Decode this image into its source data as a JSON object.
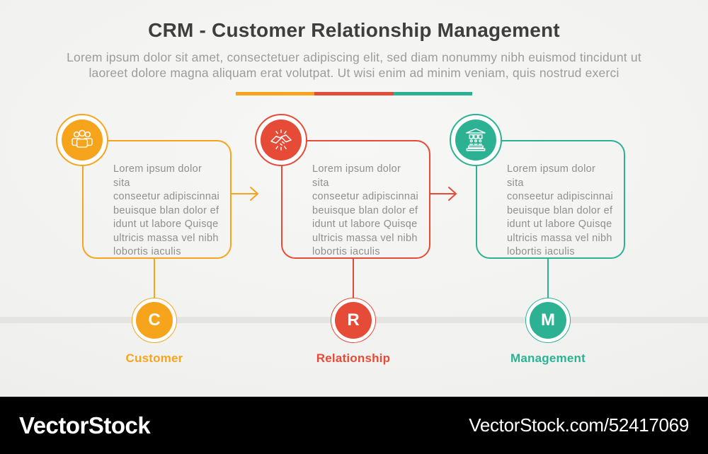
{
  "colors": {
    "orange": "#F7A41D",
    "red": "#E64B38",
    "teal": "#2CB292",
    "titlecol": "#3E3E3E",
    "subtitlecol": "#9C9C9C",
    "bodycol": "#8F8F8F",
    "bandcol": "#E4E4E2"
  },
  "header": {
    "title": "CRM - Customer Relationship Management",
    "subtitle": "Lorem ipsum dolor sit amet, consectetuer adipiscing elit, sed diam nonummy nibh euismod tincidunt ut\nlaoreet dolore magna aliquam erat volutpat. Ut wisi enim ad minim veniam, quis nostrud exerci"
  },
  "divider": {
    "segment_colors": [
      "#F7A41D",
      "#E64B38",
      "#2CB292"
    ]
  },
  "items": [
    {
      "key": "customer",
      "icon": "people-group-icon",
      "color": "#F7A41D",
      "body": "Lorem ipsum dolor sita\nconseetur adipiscinnai\nbeuisque blan dolor ef\nidunt ut labore Quisqe\nultricis massa vel nibh\nlobortis iaculis",
      "letter": "C",
      "label": "Customer"
    },
    {
      "key": "relationship",
      "icon": "handshake-icon",
      "color": "#E64B38",
      "body": "Lorem ipsum dolor sita\nconseetur adipiscinnai\nbeuisque blan dolor ef\nidunt ut labore Quisqe\nultricis massa vel nibh\nlobortis iaculis",
      "letter": "R",
      "label": "Relationship"
    },
    {
      "key": "management",
      "icon": "bank-icon",
      "color": "#2CB292",
      "body": "Lorem ipsum dolor sita\nconseetur adipiscinnai\nbeuisque blan dolor ef\nidunt ut labore Quisqe\nultricis massa vel nibh\nlobortis iaculis",
      "letter": "M",
      "label": "Management"
    }
  ],
  "arrows": [
    {
      "from": "customer",
      "to": "relationship",
      "color": "#F7A41D"
    },
    {
      "from": "relationship",
      "to": "management",
      "color": "#E64B38"
    }
  ],
  "footer": {
    "logo": "VectorStock",
    "credit": "VectorStock.com/52417069"
  }
}
